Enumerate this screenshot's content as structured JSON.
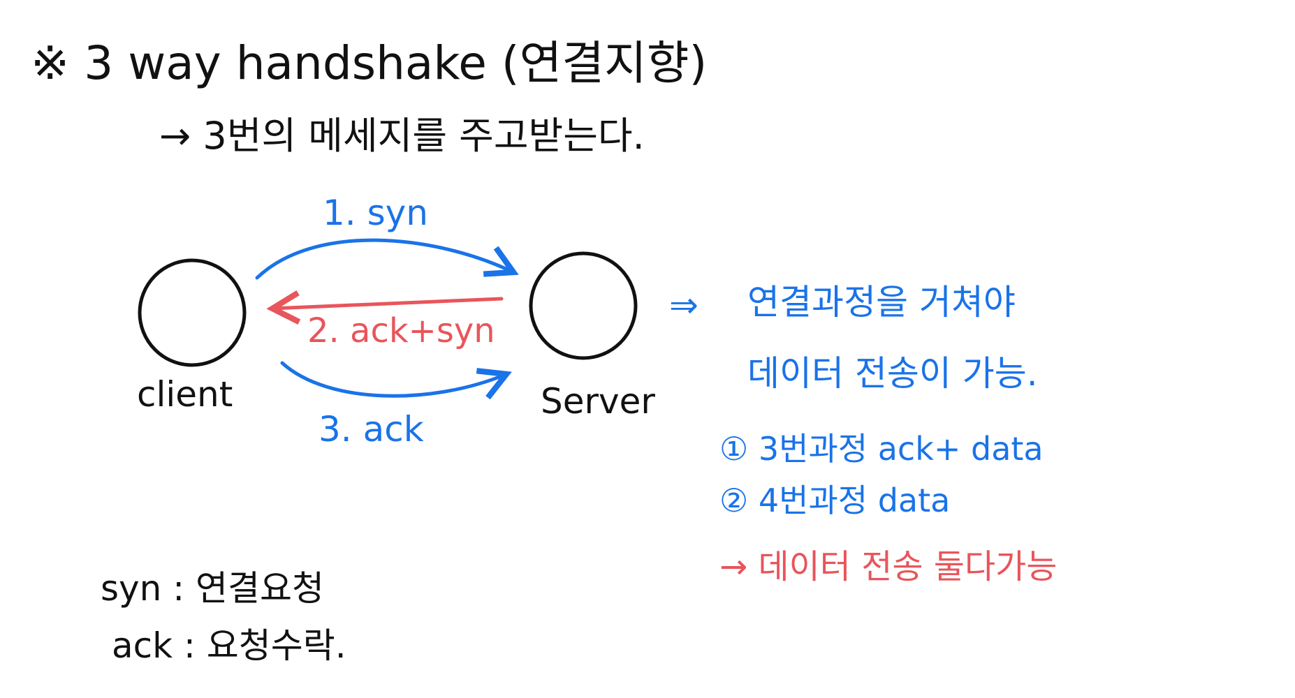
{
  "title": "※ 3 way handshake (연결지향)",
  "subtitle": "→ 3번의 메세지를 주고받는다.",
  "nodes": {
    "client": "client",
    "server": "Server"
  },
  "messages": {
    "syn": "1. syn",
    "ack_syn": "2. ack+syn",
    "ack": "3. ack"
  },
  "result": {
    "arrow": "⇒",
    "line1": "연결과정을 거쳐야",
    "line2": "데이터 전송이 가능."
  },
  "cases": {
    "case1": "① 3번과정 ack+ data",
    "case2": "② 4번과정  data"
  },
  "conclusion": "→ 데이터 전송 둘다가능",
  "legend": {
    "syn": "syn : 연결요청",
    "ack": "ack : 요청수락."
  },
  "colors": {
    "ink": "#111111",
    "blue": "#1a73e8",
    "red": "#e8555b"
  }
}
